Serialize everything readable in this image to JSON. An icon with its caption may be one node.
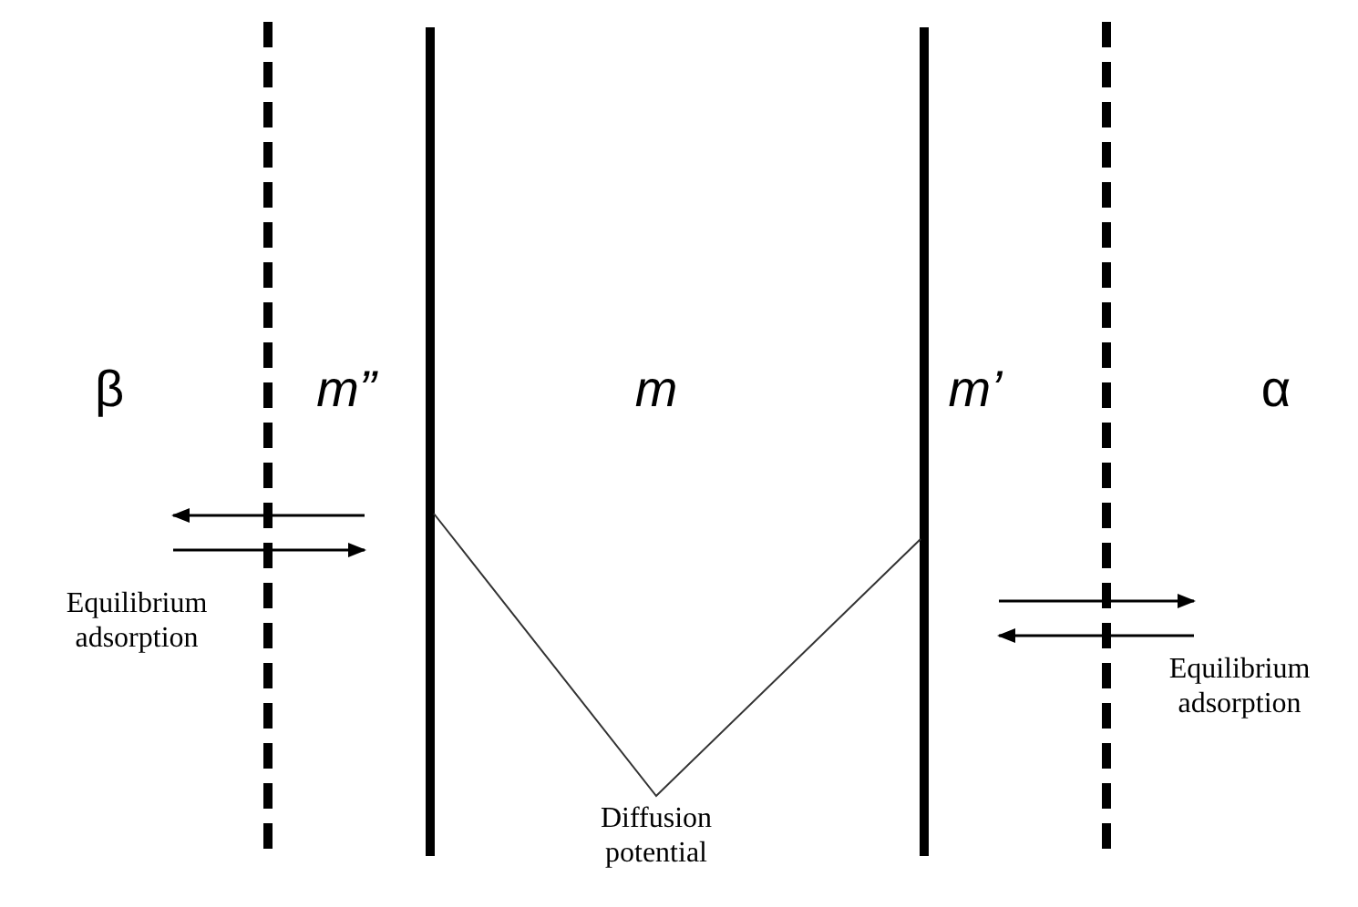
{
  "diagram": {
    "labels": [
      "β",
      "m”",
      "m",
      "m’",
      "α",
      "Equilibrium adsorption",
      "Equilibrium adsorption",
      "Diffusion potential"
    ]
  }
}
